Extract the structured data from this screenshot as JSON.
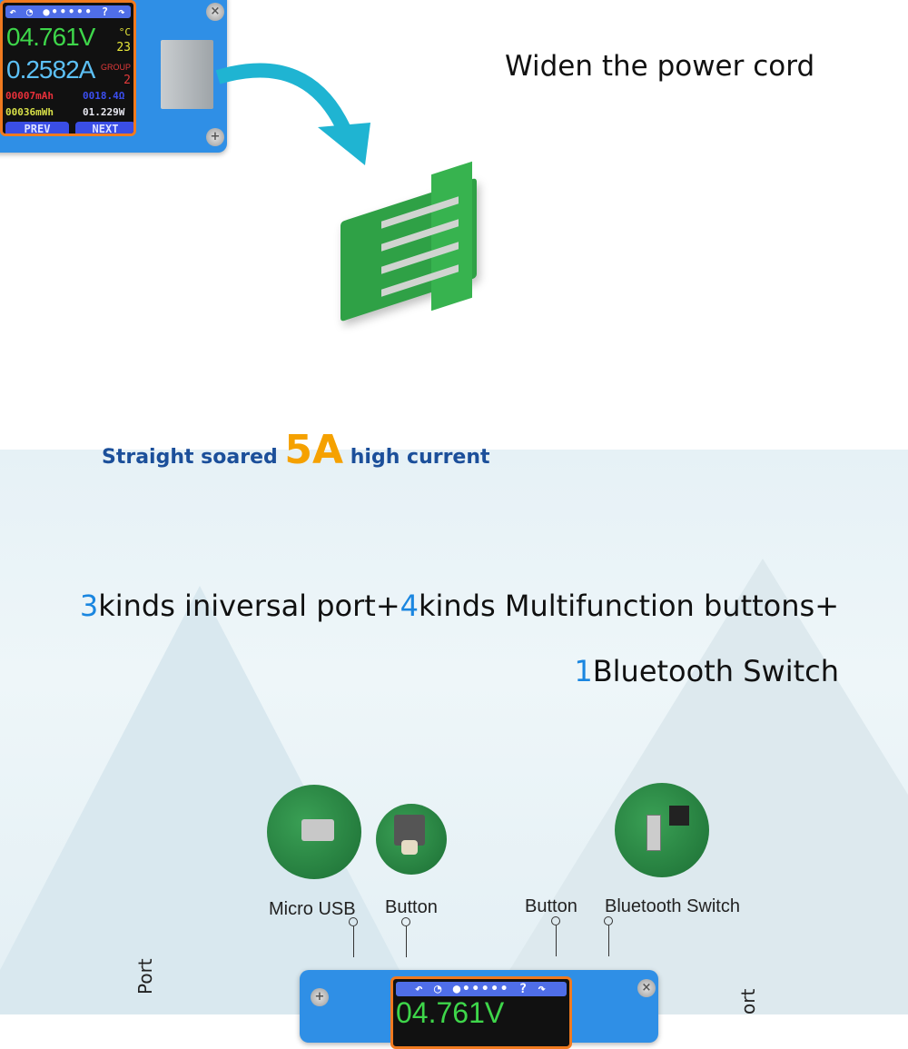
{
  "meter": {
    "topbar": "↶ ◔ ●••••• ? ↷",
    "voltage": "04.761V",
    "temp_unit": "°C",
    "temp": "23",
    "current": "0.2582A",
    "group_label": "GROUP",
    "group": "2",
    "capacity": "00007mAh",
    "resistance": "0018.4Ω",
    "energy": "00036mWh",
    "power": "01.229W",
    "prev": "PREV",
    "next": "NEXT"
  },
  "heading_widen": "Widen the power cord",
  "slogan": {
    "before": "Straight soared ",
    "highlight": "5A",
    "after": " high current"
  },
  "features": {
    "line1": [
      {
        "num": "3",
        "text": "kinds iniversal port+"
      },
      {
        "num": "4",
        "text": "kinds Multifunction buttons+"
      }
    ],
    "line2": {
      "num": "1",
      "text": "Bluetooth Switch"
    }
  },
  "callouts": {
    "micro_usb": "Micro USB",
    "button_left": "Button",
    "button_right": "Button",
    "bluetooth_switch": "Bluetooth Switch"
  },
  "side_labels": {
    "left": "Port",
    "right": "ort"
  },
  "colors": {
    "accent_blue": "#1a86e0",
    "slogan_blue": "#1b4f9a",
    "orange": "#f5a100",
    "arrow": "#1fb4d2"
  }
}
